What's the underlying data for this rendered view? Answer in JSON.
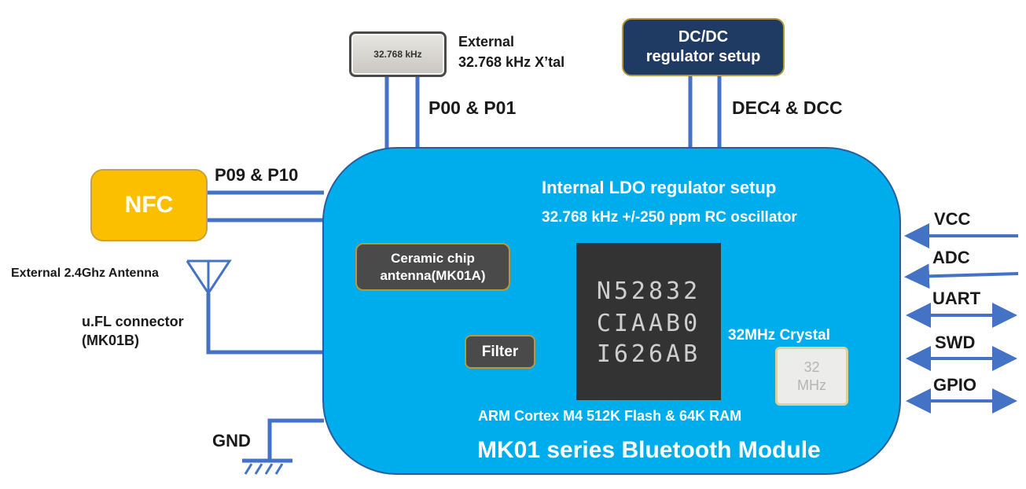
{
  "diagram": {
    "title": "MK01 series Bluetooth Module",
    "external_crystal": {
      "package_label": "32.768 kHz",
      "caption_line1": "External",
      "caption_line2": "32.768 kHz X’tal",
      "pins": "P00 & P01"
    },
    "dcdc": {
      "line1": "DC/DC",
      "line2": "regulator setup",
      "pins": "DEC4 & DCC"
    },
    "nfc": {
      "label": "NFC",
      "pins": "P09 & P10"
    },
    "external_antenna": {
      "label": "External 2.4Ghz Antenna",
      "connector_line1": "u.FL connector",
      "connector_line2": "(MK01B)"
    },
    "gnd": {
      "label": "GND"
    },
    "module": {
      "ldo_label": "Internal LDO regulator setup",
      "rc_osc_label": "32.768 kHz +/-250 ppm RC oscillator",
      "ceramic_line1": "Ceramic chip",
      "ceramic_line2": "antenna(MK01A)",
      "filter_label": "Filter",
      "chip_lines": [
        "N52832",
        "CIAAB0",
        "I626AB"
      ],
      "crystal_caption": "32MHz Crystal",
      "crystal_line1": "32",
      "crystal_line2": "MHz",
      "cpu_label": "ARM Cortex M4  512K Flash & 64K RAM"
    },
    "interfaces": [
      {
        "label": "VCC",
        "direction": "in"
      },
      {
        "label": "ADC",
        "direction": "in"
      },
      {
        "label": "UART",
        "direction": "bidirectional"
      },
      {
        "label": "SWD",
        "direction": "bidirectional"
      },
      {
        "label": "GPIO",
        "direction": "bidirectional"
      }
    ],
    "colors": {
      "module_fill": "#00adec",
      "wire": "#4472c4",
      "nfc_fill": "#fbbf00",
      "dcdc_fill": "#1f3a63",
      "chip_fill": "#333333",
      "component_fill": "#4a4a4a"
    }
  }
}
